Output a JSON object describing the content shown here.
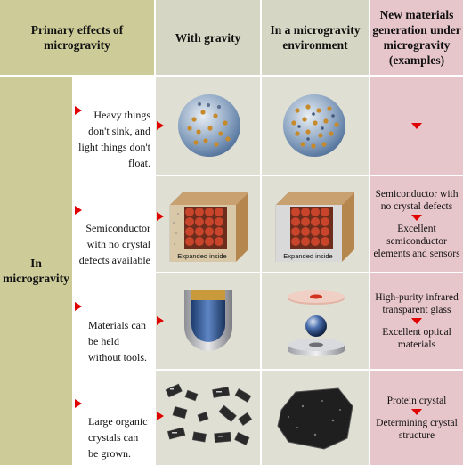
{
  "headers": {
    "primary_effects": "Primary effects of microgravity",
    "with_gravity": "With gravity",
    "microgravity_env": "In a microgravity environment",
    "new_materials": "New materials generation under microgravity (examples)"
  },
  "left_label": "In microgravity",
  "rows": [
    {
      "effect": "Heavy things don't sink, and light things don't float.",
      "result_top": "",
      "result_bottom": ""
    },
    {
      "effect": "Semiconductor with no crystal defects available",
      "result_top": "Semiconductor with no crystal defects",
      "result_bottom": "Excellent semiconductor elements and sensors",
      "caption": "Expanded inside"
    },
    {
      "effect": "Materials can be held without tools.",
      "result_top": "High-purity infrared transparent glass",
      "result_bottom": "Excellent optical materials"
    },
    {
      "effect": "Large organic crystals can be grown.",
      "result_top": "Protein crystal",
      "result_bottom": "Determining crystal structure"
    }
  ],
  "colors": {
    "header": "#cdcc99",
    "gravity_header": "#d6d6c4",
    "result": "#e6c5cb",
    "arrow": "#e10000"
  }
}
